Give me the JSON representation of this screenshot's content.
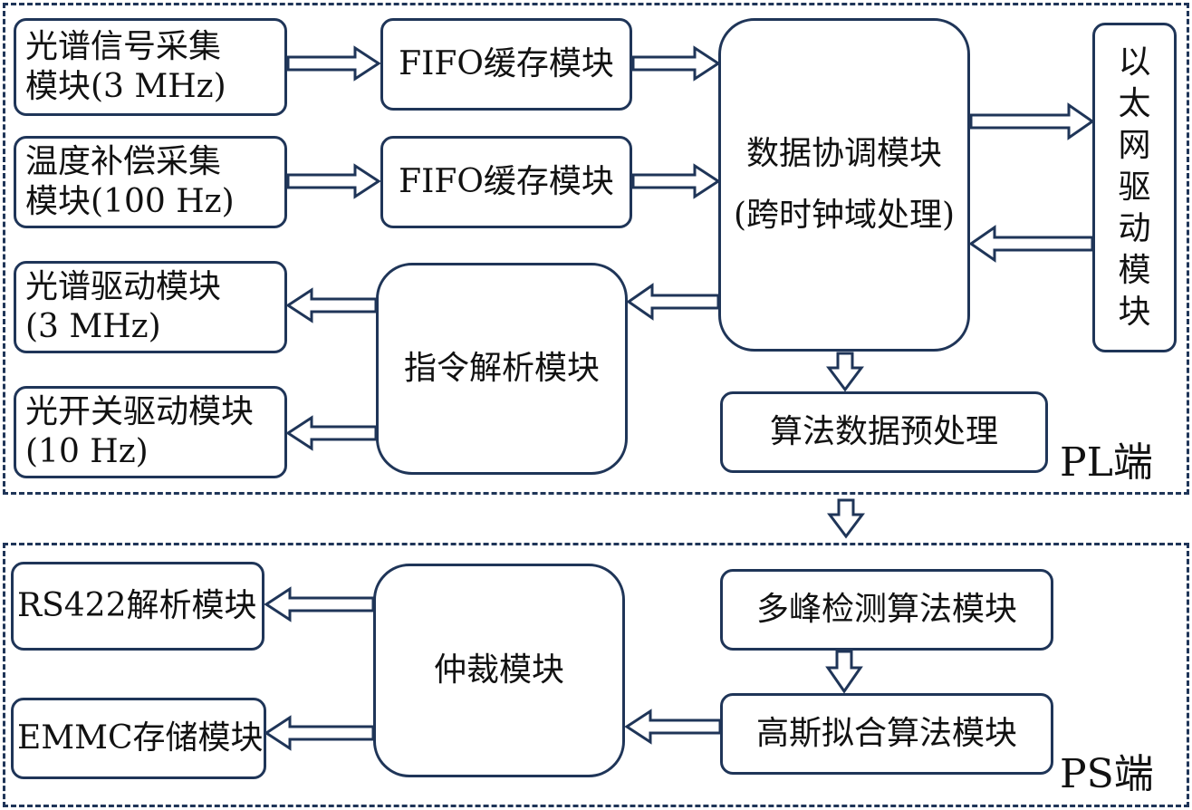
{
  "pl": {
    "label": "PL端",
    "spectrum_acq": "光谱信号采集\n模块(3 MHz)",
    "temp_acq": "温度补偿采集\n模块(100 Hz)",
    "fifo1": "FIFO缓存模块",
    "fifo2": "FIFO缓存模块",
    "coord": "数据协调模块\n(跨时钟域处理)",
    "ethernet": "以\n太\n网\n驱\n动\n模\n块",
    "spectrum_drv": "光谱驱动模块\n(3 MHz)",
    "switch_drv": "光开关驱动模块\n(10 Hz)",
    "cmd_parse": "指令解析模块",
    "preproc": "算法数据预处理"
  },
  "ps": {
    "label": "PS端",
    "rs422": "RS422解析模块",
    "emmc": "EMMC存储模块",
    "arbiter": "仲裁模块",
    "multipeak": "多峰检测算法模块",
    "gauss": "高斯拟合算法模块"
  },
  "colors": {
    "stroke": "#1f3558",
    "text": "#111111"
  }
}
